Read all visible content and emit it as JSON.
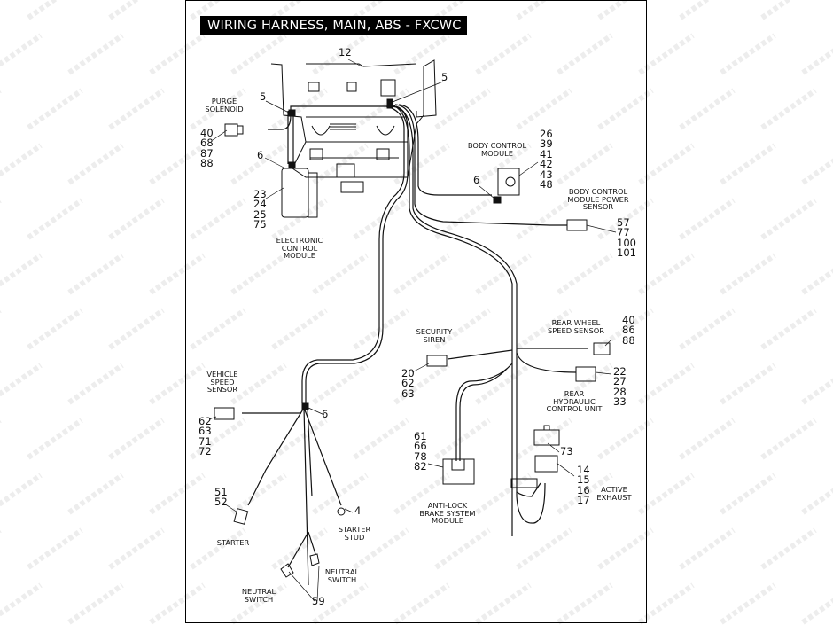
{
  "title": "WIRING HARNESS, MAIN, ABS - FXCWC",
  "watermark": "motod.ru",
  "labels": {
    "purge_solenoid": "PURGE\nSOLENOID",
    "ecm": "ELECTRONIC\nCONTROL\nMODULE",
    "bcm": "BODY CONTROL\nMODULE",
    "bcm_power_sensor": "BODY CONTROL\nMODULE POWER\nSENSOR",
    "security_siren": "SECURITY\nSIREN",
    "rear_wheel_speed_sensor": "REAR WHEEL\nSPEED SENSOR",
    "rear_hydraulic_control_unit": "REAR\nHYDRAULIC\nCONTROL UNIT",
    "vehicle_speed_sensor": "VEHICLE\nSPEED\nSENSOR",
    "abs_module": "ANTI-LOCK\nBRAKE SYSTEM\nMODULE",
    "active_exhaust": "ACTIVE\nEXHAUST",
    "starter": "STARTER",
    "starter_stud": "STARTER\nSTUD",
    "neutral_switch_right": "NEUTRAL\nSWITCH",
    "neutral_switch_left": "NEUTRAL\nSWITCH"
  },
  "callouts": {
    "frame": "12",
    "clip_left": "5",
    "clip_right": "5",
    "purge_solenoid": "40\n68\n87\n88",
    "ecm_clip": "6",
    "ecm": "23\n24\n25\n75",
    "bcm": "26\n39\n41\n42\n43\n48",
    "bcm_clip": "6",
    "bcm_power_sensor": "57\n77\n100\n101",
    "security_siren": "20\n62\n63",
    "rear_wheel_speed_sensor": "40\n86\n88",
    "rear_hydraulic_control_unit": "22\n27\n28\n33",
    "vehicle_speed_sensor": "62\n63\n71\n72",
    "harness_clip": "6",
    "abs_module": "61\n66\n78\n82",
    "active_exhaust_cover": "73",
    "active_exhaust": "14\n15\n16\n17",
    "starter": "51\n52",
    "starter_stud": "4",
    "neutral_switch": "59"
  }
}
